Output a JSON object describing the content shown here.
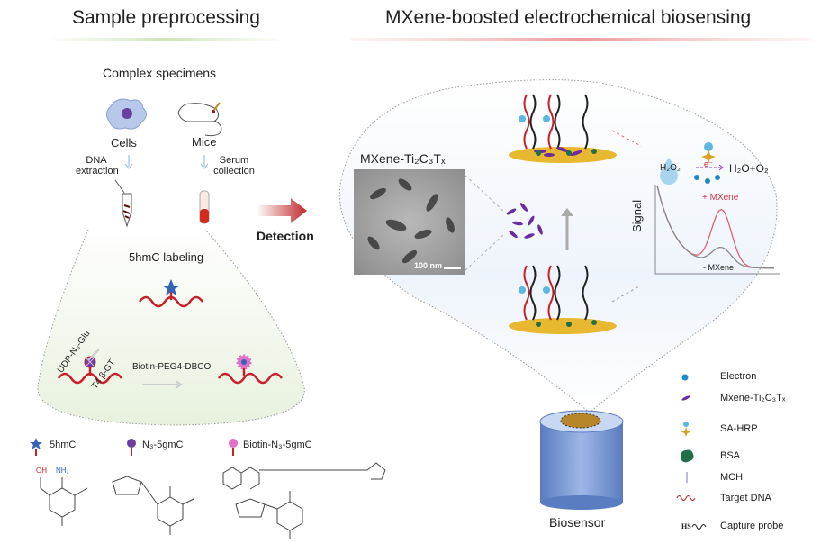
{
  "left_panel": {
    "title": "Sample preprocessing",
    "specimens_label": "Complex specimens",
    "cells_label": "Cells",
    "mice_label": "Mice",
    "dna_extraction_line1": "DNA",
    "dna_extraction_line2": "extraction",
    "serum_line1": "Serum",
    "serum_line2": "collection",
    "labeling_title": "5hmC labeling",
    "step1_reagent": "UDP-N₃-Glu",
    "step1_enzyme": "T4 β-GT",
    "step2_reagent": "Biotin-PEG4-DBCO",
    "legend": [
      {
        "label": "5hmC",
        "icon": "star-icon"
      },
      {
        "label": "N₃-5gmC",
        "icon": "crossed-circle-icon"
      },
      {
        "label": "Biotin-N₃-5gmC",
        "icon": "burst-icon"
      }
    ],
    "structure_labels": {
      "oh": "OH",
      "nh2": "NH₂"
    }
  },
  "middle": {
    "detection_label": "Detection"
  },
  "right_panel": {
    "title": "MXene-boosted electrochemical biosensing",
    "mxene_label": "MXene-Ti₂C₃Tₓ",
    "scale_bar": "100 nm",
    "h2o2": "H₂O₂",
    "electron": "e⁻",
    "products": "H₂O+O₂",
    "chart": {
      "ylabel": "Signal",
      "plus_label": "+ MXene",
      "minus_label": "- MXene"
    },
    "biosensor_label": "Biosensor",
    "legend": [
      {
        "label": "Electron",
        "icon": "electron-icon"
      },
      {
        "label": "Mxene-Ti₂C₃Tₓ",
        "icon": "mxene-flake-icon"
      },
      {
        "label": "SA-HRP",
        "icon": "sa-hrp-icon"
      },
      {
        "label": "BSA",
        "icon": "bsa-icon"
      },
      {
        "label": "MCH",
        "icon": "mch-icon"
      },
      {
        "label": "Target DNA",
        "icon": "target-dna-icon"
      },
      {
        "label": "Capture probe",
        "icon": "capture-probe-icon",
        "prefix": "HS"
      }
    ]
  },
  "colors": {
    "dna_red": "#c8202a",
    "mxene_purple": "#6a2ca0",
    "plus_curve": "#e06070",
    "minus_curve": "#888888",
    "electrode": "#7f9ed6",
    "gold": "#d9a93a"
  }
}
